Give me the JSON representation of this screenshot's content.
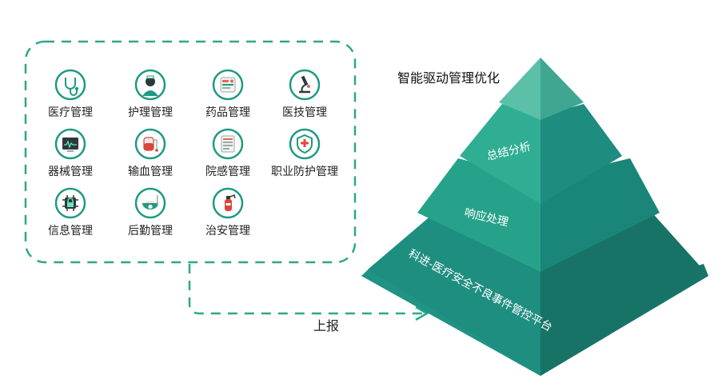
{
  "modules": [
    {
      "label": "医疗管理",
      "icon": "stethoscope-icon"
    },
    {
      "label": "护理管理",
      "icon": "nurse-icon"
    },
    {
      "label": "药品管理",
      "icon": "pharmacy-icon"
    },
    {
      "label": "医技管理",
      "icon": "microscope-icon"
    },
    {
      "label": "器械管理",
      "icon": "monitor-icon"
    },
    {
      "label": "输血管理",
      "icon": "blood-bag-icon"
    },
    {
      "label": "院感管理",
      "icon": "report-list-icon"
    },
    {
      "label": "职业防护管理",
      "icon": "shield-cross-icon"
    },
    {
      "label": "信息管理",
      "icon": "security-chip-icon"
    },
    {
      "label": "后勤管理",
      "icon": "food-bowl-icon"
    },
    {
      "label": "治安管理",
      "icon": "fire-extinguisher-icon"
    }
  ],
  "pyramid": {
    "title": "智能驱动管理优化",
    "levels": [
      "总结分析",
      "响应处理",
      "科进-医疗安全不良事件管控平台"
    ]
  },
  "arrow_label": "上报",
  "colors": {
    "accent": "#2BA88A",
    "icon_ring": "#1E9A82",
    "tier_light": "#5CBFA8",
    "tier_mid": "#26A28A",
    "tier_dark": "#1A7F73",
    "tier_shadow": "#12615A"
  }
}
